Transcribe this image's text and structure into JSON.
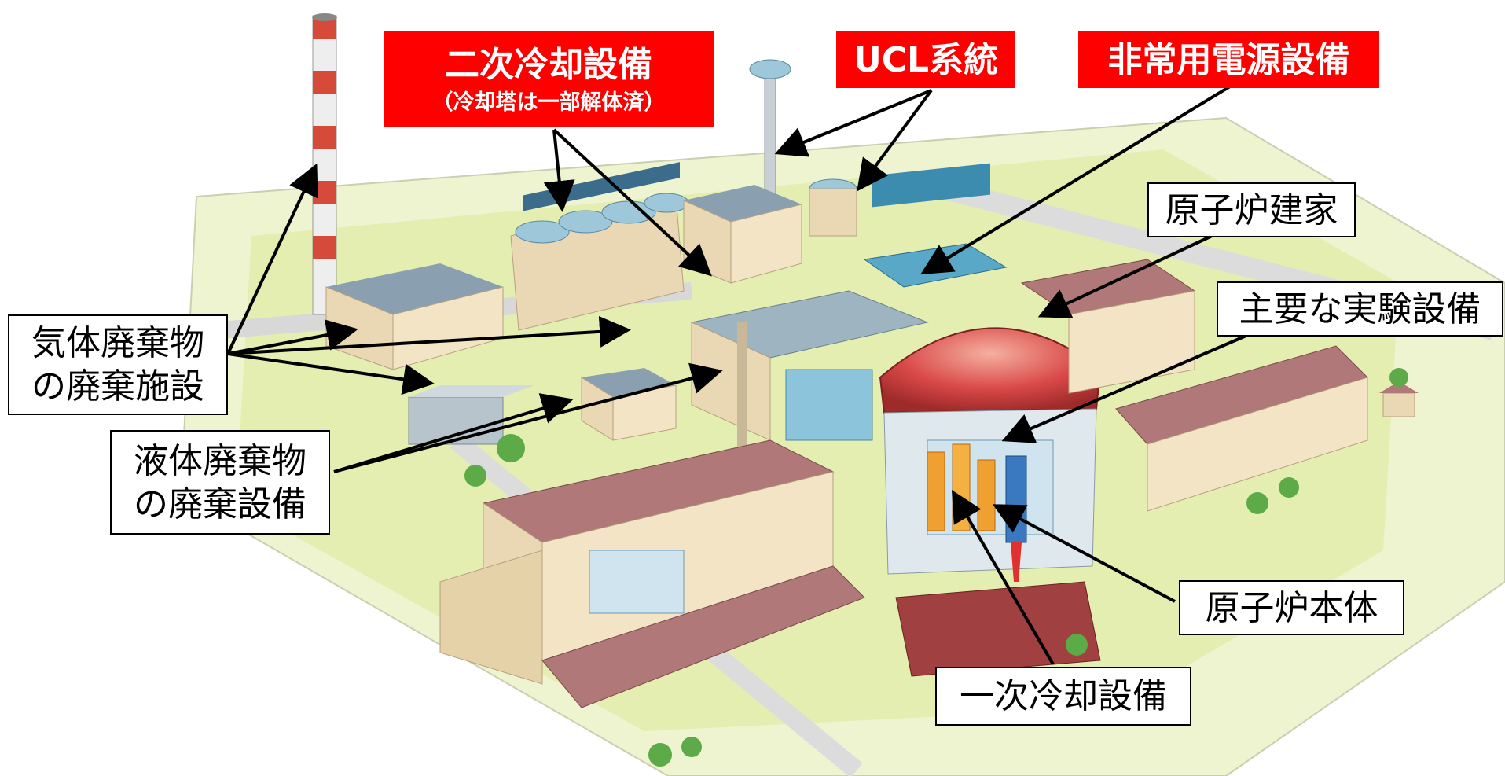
{
  "labels": {
    "secondary_cooling": {
      "title": "二次冷却設備",
      "note": "（冷却塔は一部解体済）"
    },
    "ucl_system": "UCL系統",
    "emergency_power": "非常用電源設備",
    "reactor_building": "原子炉建家",
    "main_experimental": "主要な実験設備",
    "gaseous_waste": [
      "気体廃棄物",
      "の廃棄施設"
    ],
    "liquid_waste": [
      "液体廃棄物",
      "の廃棄設備"
    ],
    "reactor_vessel": "原子炉本体",
    "primary_cooling": "一次冷却設備"
  },
  "colors": {
    "highlight_red": "#ff0000",
    "label_border": "#000000",
    "ground_green": "#e3eeb0",
    "building_beige": "#ead8b4",
    "roof_brown": "#b07878",
    "containment_red": "#d94848",
    "equipment_blue": "#4aa8c8",
    "equipment_orange": "#f0a030"
  }
}
